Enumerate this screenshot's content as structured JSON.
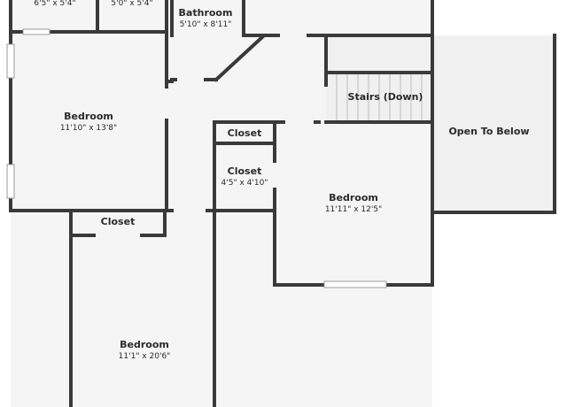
{
  "rooms": {
    "room_top_left": {
      "dims": "6'5\" x 5'4\""
    },
    "room_top_middle": {
      "dims": "5'0\" x 5'4\""
    },
    "bathroom": {
      "name": "Bathroom",
      "dims": "5'10\" x 8'11\""
    },
    "bedroom_left": {
      "name": "Bedroom",
      "dims": "11'10\" x 13'8\""
    },
    "closet_small_top": {
      "name": "Closet"
    },
    "closet_middle": {
      "name": "Closet",
      "dims": "4'5\" x 4'10\""
    },
    "bedroom_right": {
      "name": "Bedroom",
      "dims": "11'11\" x 12'5\""
    },
    "closet_lower": {
      "name": "Closet"
    },
    "bedroom_bottom": {
      "name": "Bedroom",
      "dims": "11'1\" x 20'6\""
    },
    "stairs": {
      "name": "Stairs (Down)"
    },
    "open_to_below": {
      "name": "Open To Below"
    }
  },
  "colors": {
    "floor": "#f5f5f5",
    "open_area": "#f0f0f0",
    "wall": "#3a3a3a",
    "text": "#2a2a2a"
  }
}
